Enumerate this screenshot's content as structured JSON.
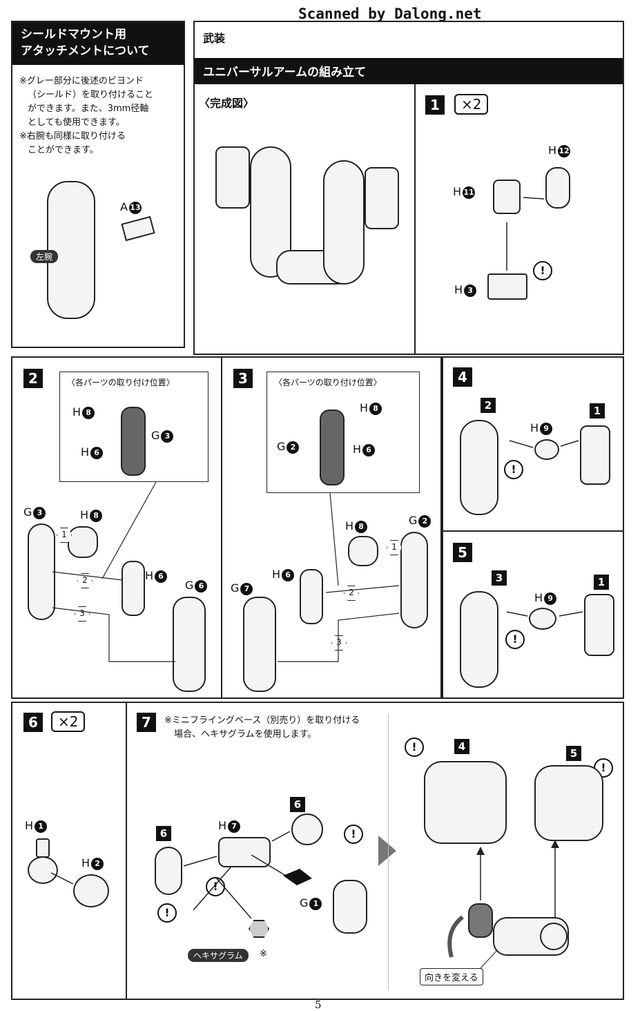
{
  "watermark": "Scanned by Dalong.net",
  "page_number": "5",
  "shield_mount": {
    "title_line1": "シールドマウント用",
    "title_line2": "アタッチメントについて",
    "note1_line1": "※グレー部分に後述のビヨンド",
    "note1_line2": "（シールド）を取り付けること",
    "note1_line3": "ができます。また、3mm径軸",
    "note1_line4": "としても使用できます。",
    "note2_line1": "※右腕も同様に取り付ける",
    "note2_line2": "ことができます。",
    "part_label": "A",
    "part_num": "13",
    "arm_badge": "左腕"
  },
  "armament": {
    "section_title": "武装",
    "subtitle": "ユニバーサルアームの組み立て",
    "complete_label": "〈完成図〉"
  },
  "step1": {
    "num": "1",
    "mult": "×2",
    "labels": [
      {
        "l": "H",
        "n": "12"
      },
      {
        "l": "H",
        "n": "11"
      },
      {
        "l": "H",
        "n": "3"
      }
    ]
  },
  "step2": {
    "num": "2",
    "callout_title": "〈各パーツの取り付け位置〉",
    "callout_labels": [
      {
        "l": "H",
        "n": "8"
      },
      {
        "l": "G",
        "n": "3"
      },
      {
        "l": "H",
        "n": "6"
      }
    ],
    "labels": [
      {
        "l": "G",
        "n": "3"
      },
      {
        "l": "H",
        "n": "8"
      },
      {
        "l": "H",
        "n": "6"
      },
      {
        "l": "G",
        "n": "6"
      }
    ],
    "order": [
      "1",
      "2",
      "3"
    ]
  },
  "step3": {
    "num": "3",
    "callout_title": "〈各パーツの取り付け位置〉",
    "callout_labels": [
      {
        "l": "H",
        "n": "8"
      },
      {
        "l": "G",
        "n": "2"
      },
      {
        "l": "H",
        "n": "6"
      }
    ],
    "labels": [
      {
        "l": "H",
        "n": "8"
      },
      {
        "l": "G",
        "n": "2"
      },
      {
        "l": "H",
        "n": "6"
      },
      {
        "l": "G",
        "n": "7"
      }
    ],
    "order": [
      "1",
      "2",
      "3"
    ]
  },
  "step4": {
    "num": "4",
    "ref_a": "2",
    "ref_b": "1",
    "label": {
      "l": "H",
      "n": "9"
    }
  },
  "step5": {
    "num": "5",
    "ref_a": "3",
    "ref_b": "1",
    "label": {
      "l": "H",
      "n": "9"
    }
  },
  "step6": {
    "num": "6",
    "mult": "×2",
    "labels": [
      {
        "l": "H",
        "n": "1"
      },
      {
        "l": "H",
        "n": "2"
      }
    ]
  },
  "step7": {
    "num": "7",
    "note_line1": "※ミニフライングベース（別売り）を取り付ける",
    "note_line2": "場合、ヘキサグラムを使用します。",
    "ref_6a": "6",
    "ref_6b": "6",
    "labels": [
      {
        "l": "H",
        "n": "7"
      },
      {
        "l": "G",
        "n": "1"
      }
    ],
    "hexagram_badge": "ヘキサグラム",
    "hexagram_mark": "※",
    "ref_4": "4",
    "ref_5": "5",
    "direction_label": "向きを変える"
  },
  "warn_symbol": "!"
}
